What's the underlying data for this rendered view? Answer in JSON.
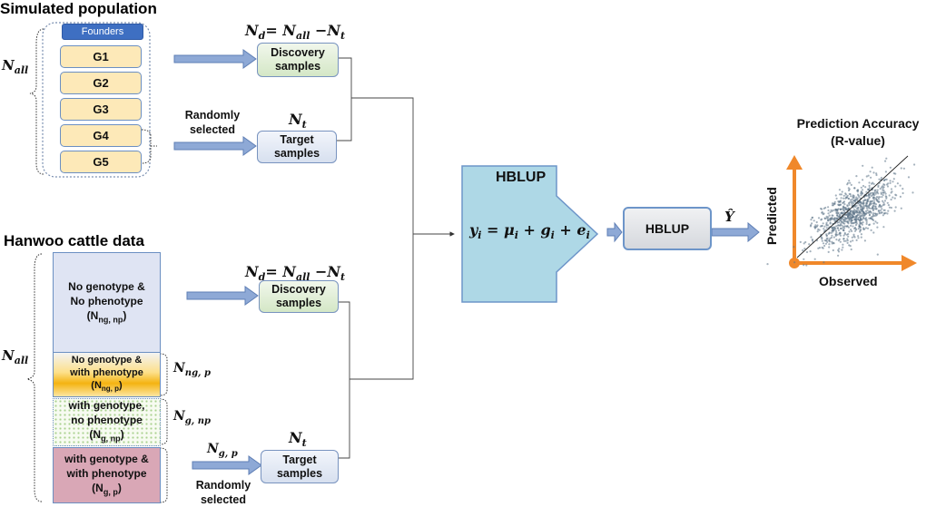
{
  "simulated": {
    "title": "Simulated population",
    "founders": "Founders",
    "generations": [
      "G1",
      "G2",
      "G3",
      "G4",
      "G5"
    ],
    "n_all": "N",
    "n_all_sub": "all",
    "formula_d": "N",
    "formula_d_sub": "d",
    "formula_d_rest": "= N",
    "formula_d_rest_sub": "all",
    "formula_d_minus": " −N",
    "formula_d_minus_sub": "t",
    "discovery": "Discovery samples",
    "random_label": "Randomly selected",
    "nt": "N",
    "nt_sub": "t",
    "target": "Target samples"
  },
  "hanwoo": {
    "title": "Hanwoo cattle data",
    "n_all": "N",
    "n_all_sub": "all",
    "cell1": "No genotype & No phenotype",
    "cell1_n": "(N",
    "cell1_sub": "ng, np",
    "cell2": "No genotype & with phenotype",
    "cell2_n": "(N",
    "cell2_sub": "ng, p",
    "cell3": "with genotype, no phenotype",
    "cell3_n": "(N",
    "cell3_sub": "g, np",
    "cell4": "with genotype & with phenotype",
    "cell4_n": "(N",
    "cell4_sub": "g, p",
    "label_ngp2": "N",
    "label_ngp2_sub": "ng, p",
    "label_gnp": "N",
    "label_gnp_sub": "g, np",
    "label_gp": "N",
    "label_gp_sub": "g, p",
    "formula_d": "N",
    "formula_d_sub": "d",
    "formula_d_rest": "= N",
    "formula_d_rest_sub": "all",
    "formula_d_minus": " −N",
    "formula_d_minus_sub": "t",
    "discovery": "Discovery samples",
    "nt": "N",
    "nt_sub": "t",
    "target": "Target samples",
    "random_label": "Randomly selected"
  },
  "model": {
    "title": "HBLUP",
    "equation_y": "y",
    "equation_mu": "μ",
    "equation_g": "g",
    "equation_e": "e",
    "sub_i": "i",
    "output_box": "HBLUP",
    "yhat": "Ŷ"
  },
  "accuracy": {
    "title": "Prediction Accuracy (R-value)",
    "ylabel": "Predicted",
    "xlabel": "Observed"
  },
  "colors": {
    "accent_orange": "#f0882a",
    "arrow_blue": "#8ea9d6",
    "model_fill": "#aed8e6",
    "scatter": "#5b7286"
  }
}
